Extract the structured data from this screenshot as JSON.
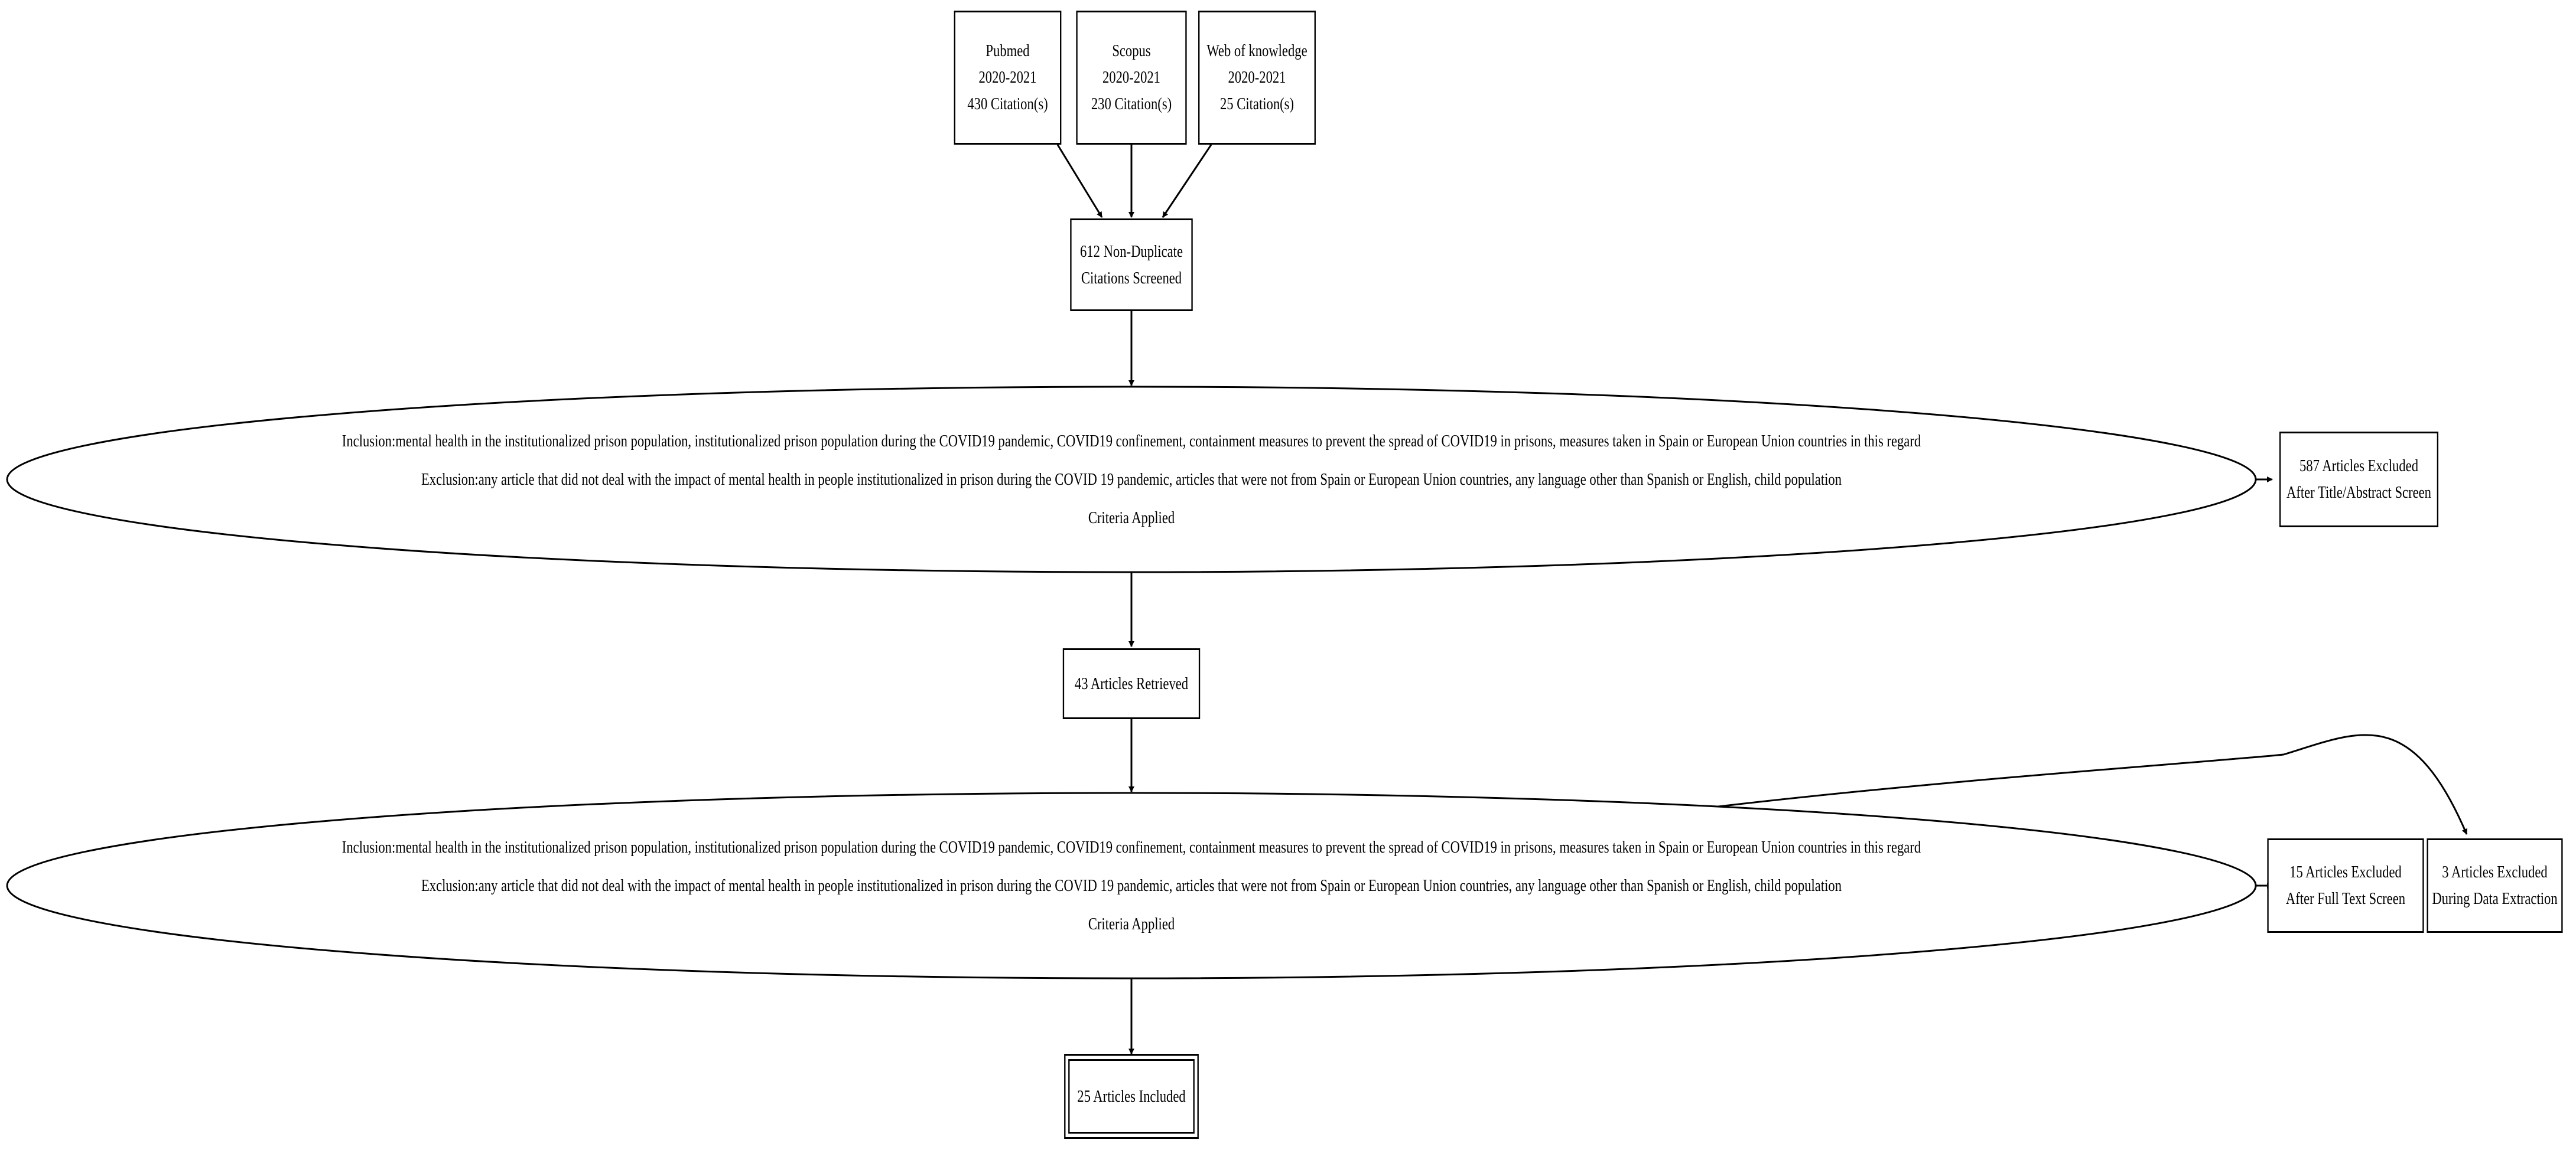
{
  "sources": [
    {
      "name": "Pubmed",
      "years": "2020-2021",
      "citations": "430 Citation(s)"
    },
    {
      "name": "Scopus",
      "years": "2020-2021",
      "citations": "230 Citation(s)"
    },
    {
      "name": "Web of knowledge",
      "years": "2020-2021",
      "citations": "25 Citation(s)"
    }
  ],
  "screened": {
    "line1": "612 Non-Duplicate",
    "line2": "Citations Screened"
  },
  "criteria": {
    "inclusion": "Inclusion:mental health in the institutionalized prison population, institutionalized prison population during the COVID19 pandemic, COVID19 confinement, containment measures to prevent the spread of COVID19 in prisons, measures taken in Spain or European Union countries in this regard",
    "exclusion": "Exclusion:any article that did not deal with the impact of mental health in people institutionalized in prison during the COVID 19 pandemic, articles that were not from Spain or European Union countries, any language other than Spanish or English, child population",
    "applied": "Criteria Applied"
  },
  "excluded_title": {
    "line1": "587 Articles Excluded",
    "line2": "After Title/Abstract Screen"
  },
  "retrieved": "43 Articles Retrieved",
  "excluded_fulltext": {
    "line1": "15 Articles Excluded",
    "line2": "After Full Text Screen"
  },
  "excluded_extraction": {
    "line1": "3 Articles Excluded",
    "line2": "During Data Extraction"
  },
  "included": "25 Articles Included"
}
